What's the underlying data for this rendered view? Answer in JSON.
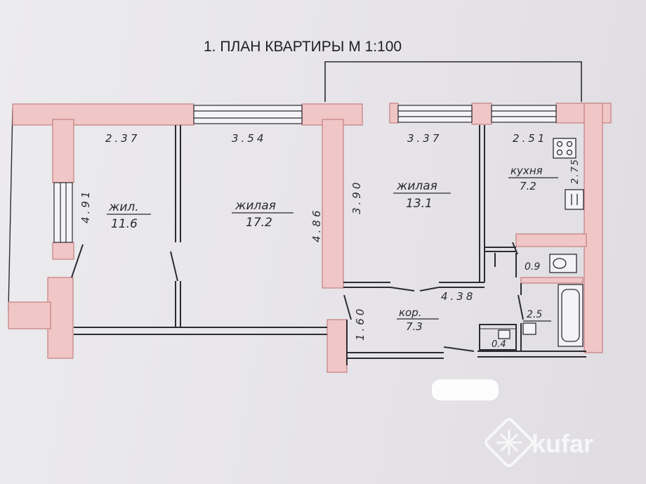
{
  "title": "1. ПЛАН КВАРТИРЫ  М 1:100",
  "rooms": [
    {
      "name": "жил.",
      "area": "11.6"
    },
    {
      "name": "жилая",
      "area": "17.2"
    },
    {
      "name": "жилая",
      "area": "13.1"
    },
    {
      "name": "кухня",
      "area": "7.2"
    },
    {
      "name": "кор.",
      "area": "7.3"
    }
  ],
  "small_areas": [
    "0.9",
    "2.5",
    "0.4"
  ],
  "dimensions": [
    "2.37",
    "3.54",
    "3.37",
    "2.51",
    "4.91",
    "4.86",
    "3.90",
    "2.75",
    "4.38",
    "1.60"
  ],
  "colors": {
    "wall": "#f0c6c6",
    "wall_edge": "#c47f7f",
    "line": "#2b2b33",
    "paper": "#e9e7ea"
  },
  "watermark": "kufar"
}
